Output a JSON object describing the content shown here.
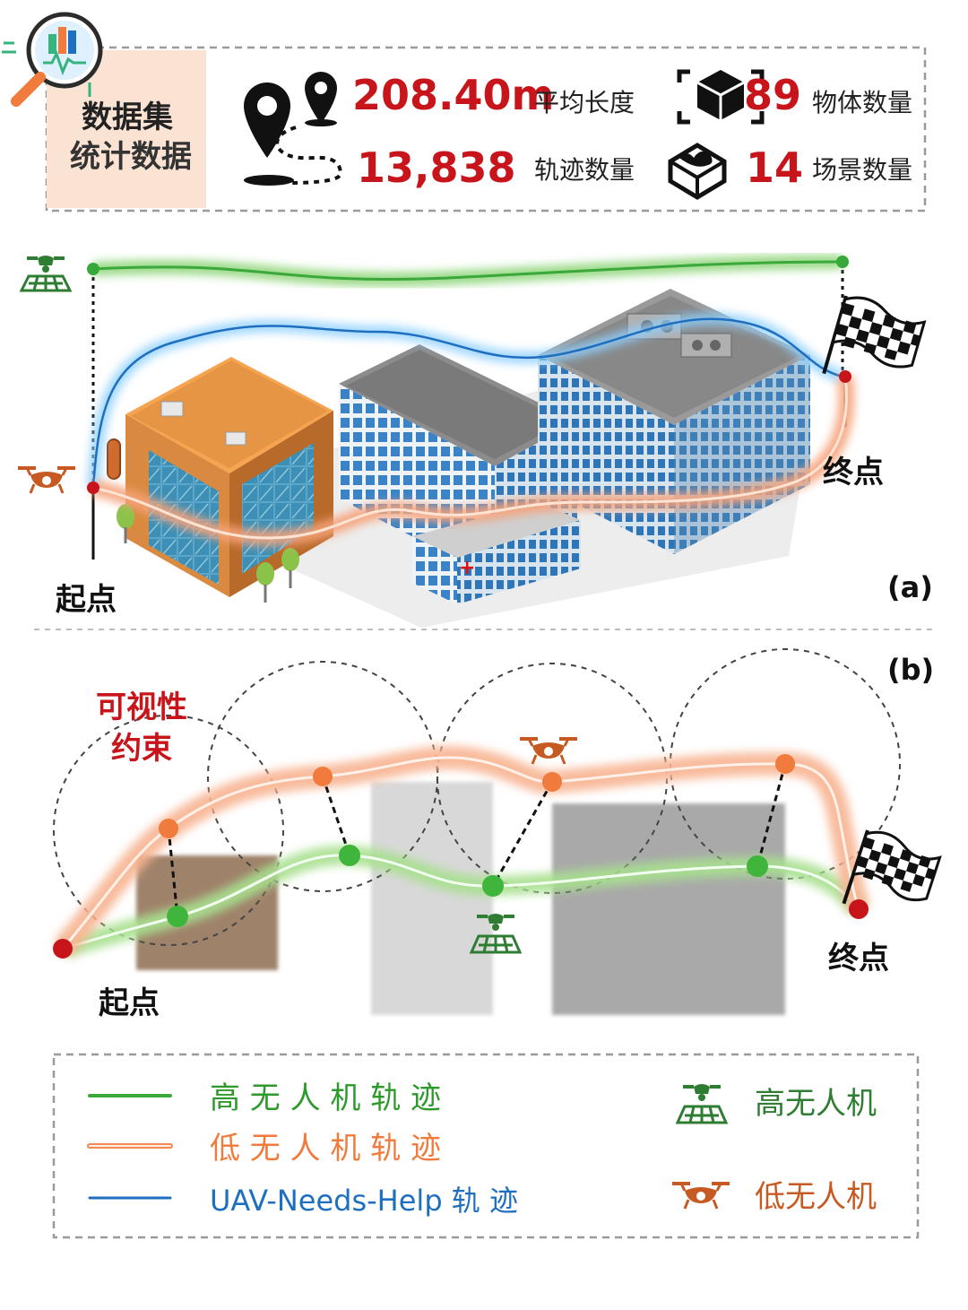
{
  "stats": {
    "title_line1": "数据集",
    "title_line2": "统计数据",
    "avg_length": {
      "value": "208.40m",
      "label": "平均长度"
    },
    "traj_count": {
      "value": "13,838",
      "label": "轨迹数量"
    },
    "object_count": {
      "value": "89",
      "label": "物体数量"
    },
    "scene_count": {
      "value": "14",
      "label": "场景数量"
    }
  },
  "panel_a": {
    "panel_label": "(a)",
    "start_label": "起点",
    "end_label": "终点"
  },
  "panel_b": {
    "panel_label": "(b)",
    "constraint_line1": "可视性",
    "constraint_line2": "约束",
    "start_label": "起点",
    "end_label": "终点"
  },
  "legend": {
    "high_traj": "高 无 人 机 轨 迹",
    "low_traj": "低 无 人 机 轨 迹",
    "help_traj": "UAV-Needs-Help 轨 迹",
    "high_uav": "高无人机",
    "low_uav": "低无人机"
  },
  "icons": {
    "magnifier": "magnifier-chart-icon",
    "location_pin": "location-pin-icon",
    "cube": "3d-cube-icon",
    "scene": "scene-box-icon",
    "finish_flag": "checkered-flag-icon",
    "high_uav": "high-uav-icon",
    "low_uav": "low-uav-icon"
  },
  "colors": {
    "red": "#c8151b",
    "green": "#2f9a2c",
    "orange": "#f07b3c",
    "blue": "#1f6fc0",
    "dark_green": "#2e7d32",
    "low_uav_orange": "#c65a22",
    "title_box": "#fbe3d4"
  }
}
